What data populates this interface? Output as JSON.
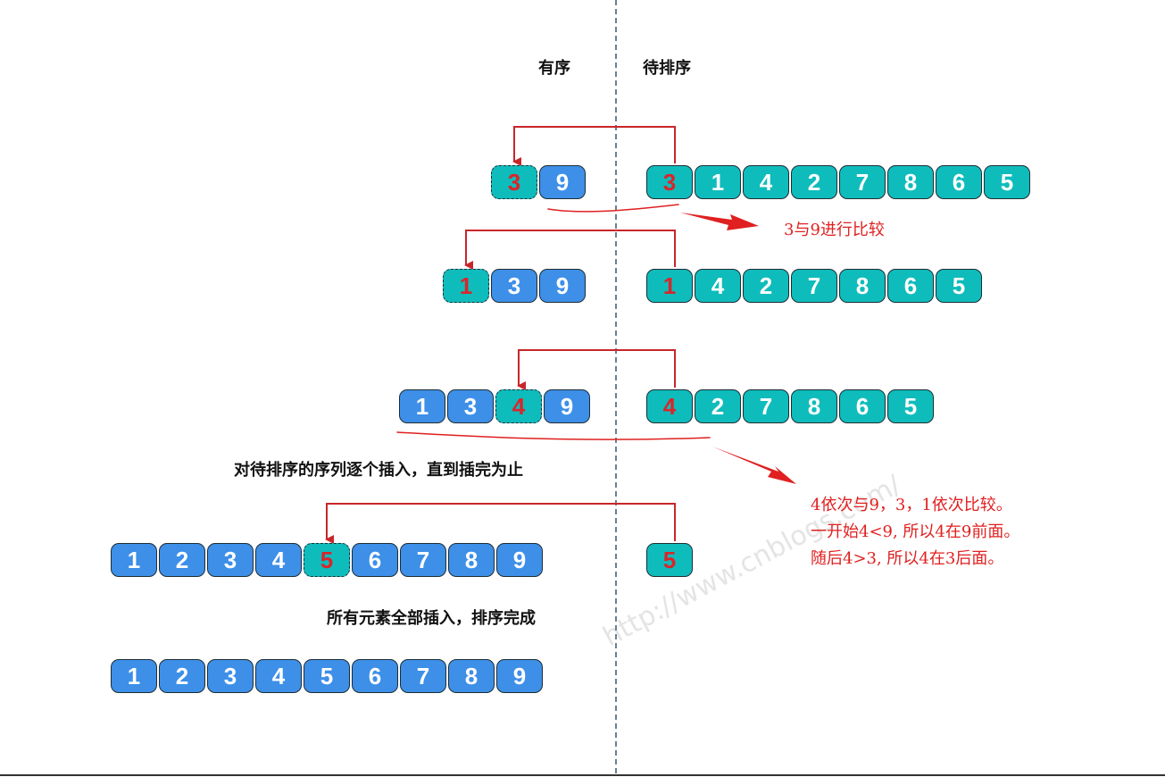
{
  "headers": {
    "sorted": "有序",
    "unsorted": "待排序"
  },
  "rows": [
    {
      "sorted": [
        {
          "v": "3",
          "c": "teal",
          "hl": true,
          "dotted": true
        },
        {
          "v": "9",
          "c": "blue"
        }
      ],
      "unsorted": [
        {
          "v": "3",
          "c": "teal",
          "hl": true
        },
        {
          "v": "1",
          "c": "teal"
        },
        {
          "v": "4",
          "c": "teal"
        },
        {
          "v": "2",
          "c": "teal"
        },
        {
          "v": "7",
          "c": "teal"
        },
        {
          "v": "8",
          "c": "teal"
        },
        {
          "v": "6",
          "c": "teal"
        },
        {
          "v": "5",
          "c": "teal"
        }
      ]
    },
    {
      "sorted": [
        {
          "v": "1",
          "c": "teal",
          "hl": true,
          "dotted": true
        },
        {
          "v": "3",
          "c": "blue"
        },
        {
          "v": "9",
          "c": "blue"
        }
      ],
      "unsorted": [
        {
          "v": "1",
          "c": "teal",
          "hl": true
        },
        {
          "v": "4",
          "c": "teal"
        },
        {
          "v": "2",
          "c": "teal"
        },
        {
          "v": "7",
          "c": "teal"
        },
        {
          "v": "8",
          "c": "teal"
        },
        {
          "v": "6",
          "c": "teal"
        },
        {
          "v": "5",
          "c": "teal"
        }
      ]
    },
    {
      "sorted": [
        {
          "v": "1",
          "c": "blue"
        },
        {
          "v": "3",
          "c": "blue"
        },
        {
          "v": "4",
          "c": "teal",
          "hl": true,
          "dotted": true
        },
        {
          "v": "9",
          "c": "blue"
        }
      ],
      "unsorted": [
        {
          "v": "4",
          "c": "teal",
          "hl": true
        },
        {
          "v": "2",
          "c": "teal"
        },
        {
          "v": "7",
          "c": "teal"
        },
        {
          "v": "8",
          "c": "teal"
        },
        {
          "v": "6",
          "c": "teal"
        },
        {
          "v": "5",
          "c": "teal"
        }
      ]
    },
    {
      "sorted": [
        {
          "v": "1",
          "c": "blue"
        },
        {
          "v": "2",
          "c": "blue"
        },
        {
          "v": "3",
          "c": "blue"
        },
        {
          "v": "4",
          "c": "blue"
        },
        {
          "v": "5",
          "c": "teal",
          "hl": true,
          "dotted": true
        },
        {
          "v": "6",
          "c": "blue"
        },
        {
          "v": "7",
          "c": "blue"
        },
        {
          "v": "8",
          "c": "blue"
        },
        {
          "v": "9",
          "c": "blue"
        }
      ],
      "unsorted": [
        {
          "v": "5",
          "c": "teal",
          "hl": true
        }
      ]
    },
    {
      "sorted": [
        {
          "v": "1",
          "c": "blue"
        },
        {
          "v": "2",
          "c": "blue"
        },
        {
          "v": "3",
          "c": "blue"
        },
        {
          "v": "4",
          "c": "blue"
        },
        {
          "v": "5",
          "c": "blue"
        },
        {
          "v": "6",
          "c": "blue"
        },
        {
          "v": "7",
          "c": "blue"
        },
        {
          "v": "8",
          "c": "blue"
        },
        {
          "v": "9",
          "c": "blue"
        }
      ],
      "unsorted": []
    }
  ],
  "captions": {
    "insert_each": "对待排序的序列逐个插入，直到插完为止",
    "all_done": "所有元素全部插入，排序完成"
  },
  "notes": {
    "compare_3_9": "3与9进行比较",
    "compare_4": [
      "4依次与9，3，1依次比较。",
      "一开始4<9, 所以4在9前面。",
      "随后4>3, 所以4在3后面。"
    ]
  },
  "watermark": "http://www.cnblogs.com/",
  "colors": {
    "blue": "#3d8fe8",
    "teal": "#0fbcbc",
    "highlight": "#d8262a",
    "arrow": "#c8262a"
  }
}
